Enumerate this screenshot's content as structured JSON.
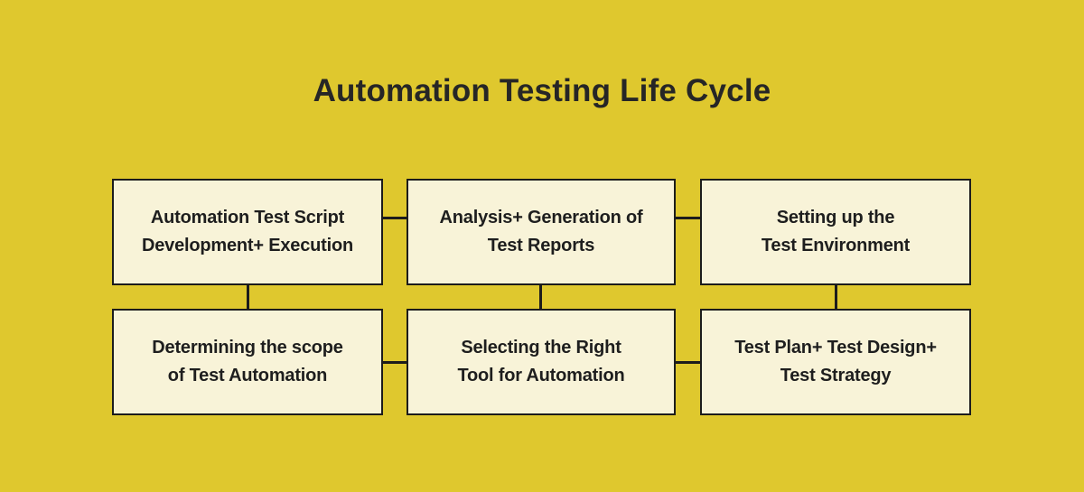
{
  "title": "Automation Testing Life Cycle",
  "diagram": {
    "nodes": [
      {
        "line1": "Automation Test Script",
        "line2": "Development+ Execution"
      },
      {
        "line1": "Analysis+ Generation of",
        "line2": "Test Reports"
      },
      {
        "line1": "Setting up the",
        "line2": "Test Environment"
      },
      {
        "line1": "Determining the scope",
        "line2": "of Test Automation"
      },
      {
        "line1": "Selecting the Right",
        "line2": "Tool for Automation"
      },
      {
        "line1": "Test Plan+ Test Design+",
        "line2": "Test Strategy"
      }
    ]
  },
  "colors": {
    "background": "#dfc82e",
    "node_fill": "#f8f3d8",
    "node_border": "#1c1c1c",
    "connector": "#1c1c1c",
    "title_text": "#262626",
    "node_text": "#1e1e1e"
  }
}
